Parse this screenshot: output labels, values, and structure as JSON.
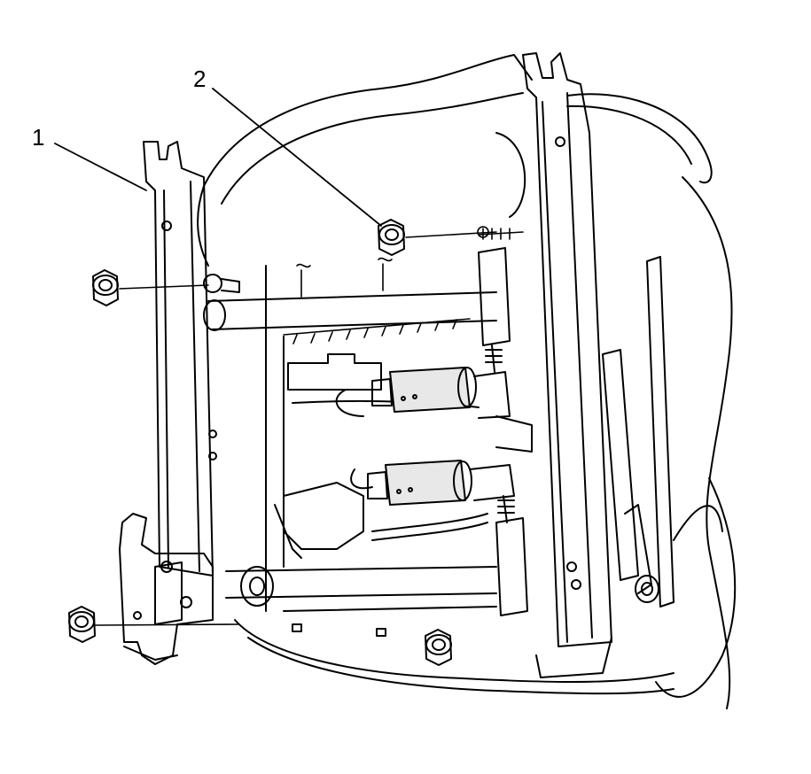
{
  "diagram": {
    "callouts": [
      {
        "label": "1",
        "part": "seat-frame-side-rail-nut"
      },
      {
        "label": "2",
        "part": "seat-frame-upper-nut"
      }
    ],
    "colors": {
      "ink": "#000000",
      "paper": "#ffffff",
      "shade": "#e8e8e8"
    }
  }
}
